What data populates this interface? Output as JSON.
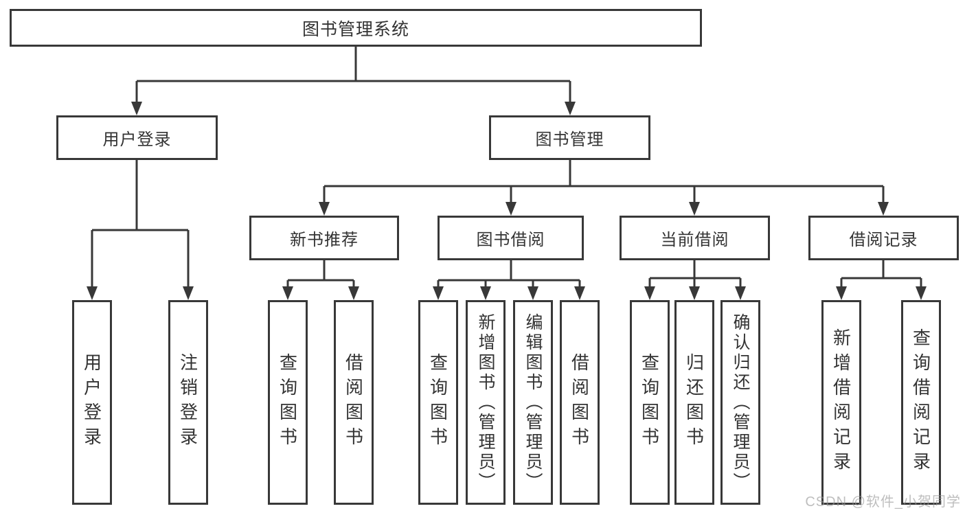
{
  "diagram": {
    "root": {
      "label": "图书管理系统"
    },
    "level2": [
      {
        "label": "用户登录"
      },
      {
        "label": "图书管理"
      }
    ],
    "level3": [
      {
        "label": "新书推荐"
      },
      {
        "label": "图书借阅"
      },
      {
        "label": "当前借阅"
      },
      {
        "label": "借阅记录"
      }
    ],
    "leaves": {
      "user_login": [
        {
          "label": "用户登录"
        },
        {
          "label": "注销登录"
        }
      ],
      "new_book": [
        {
          "label": "查询图书"
        },
        {
          "label": "借阅图书"
        }
      ],
      "book_borrow": [
        {
          "label": "查询图书"
        },
        {
          "label": "新增图书（管理员）"
        },
        {
          "label": "编辑图书（管理员）"
        },
        {
          "label": "借阅图书"
        }
      ],
      "current_borrow": [
        {
          "label": "查询图书"
        },
        {
          "label": "归还图书"
        },
        {
          "label": "确认归还（管理员）"
        }
      ],
      "borrow_records": [
        {
          "label": "新增借阅记录"
        },
        {
          "label": "查询借阅记录"
        }
      ]
    },
    "colors": {
      "line": "#383838",
      "node_border": "#383838",
      "node_fill": "#ffffff",
      "text": "#333333",
      "watermark": "#a6a6a6",
      "background": "#ffffff"
    }
  },
  "watermark": {
    "text": "CSDN @软件_小贺同学"
  }
}
